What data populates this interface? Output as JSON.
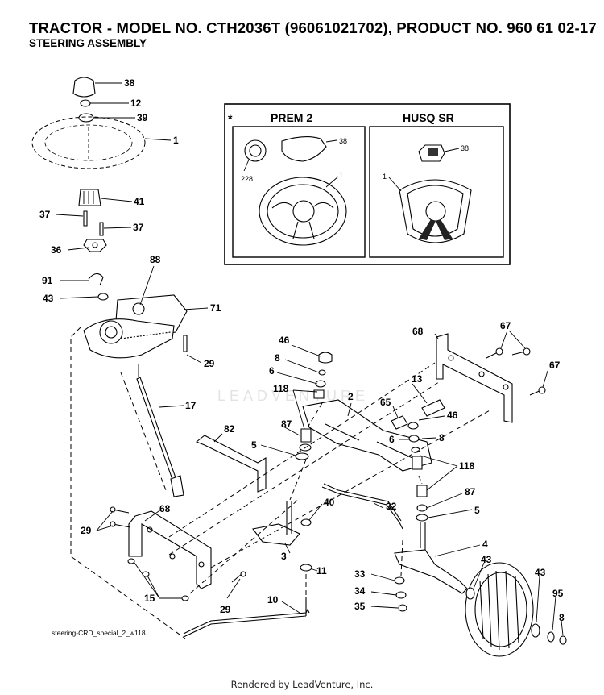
{
  "header": {
    "title": "TRACTOR - MODEL NO. CTH2036T (96061021702), PRODUCT NO. 960 61 02-17",
    "subtitle": "STEERING ASSEMBLY"
  },
  "inset": {
    "marker": "*",
    "left_panel": {
      "title": "PREM 2",
      "labels": [
        "38",
        "228",
        "1"
      ]
    },
    "right_panel": {
      "title": "HUSQ SR",
      "labels": [
        "38",
        "1"
      ]
    }
  },
  "callouts": [
    "38",
    "12",
    "39",
    "1",
    "41",
    "37",
    "37",
    "36",
    "88",
    "91",
    "71",
    "43",
    "29",
    "17",
    "46",
    "8",
    "6",
    "118",
    "2",
    "13",
    "68",
    "67",
    "67",
    "65",
    "46",
    "6",
    "8",
    "87",
    "5",
    "82",
    "118",
    "87",
    "5",
    "4",
    "40",
    "32",
    "68",
    "29",
    "3",
    "11",
    "43",
    "43",
    "95",
    "33",
    "34",
    "35",
    "15",
    "29",
    "10",
    "8"
  ],
  "watermark": "LEADVENTURE",
  "caption": "steering-CRD_special_2_w118",
  "footer": "Rendered by LeadVenture, Inc."
}
